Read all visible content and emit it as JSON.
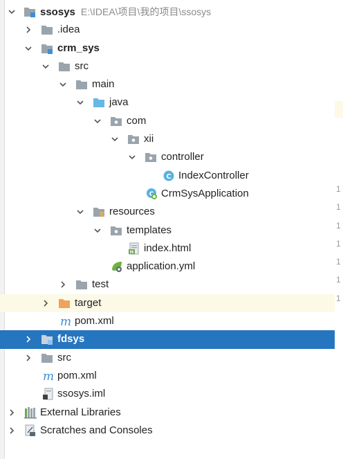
{
  "colors": {
    "selection": "#2675bf",
    "current_highlight": "#fdf9e7",
    "folder": "#9aa4ad",
    "source_folder": "#69b7e6",
    "excluded_folder": "#f0a25a"
  },
  "tree": {
    "ssosys": {
      "label": "ssosys",
      "path": "E:\\IDEA\\项目\\我的项目\\ssosys"
    },
    "idea": {
      "label": ".idea"
    },
    "crm_sys": {
      "label": "crm_sys"
    },
    "src": {
      "label": "src"
    },
    "main": {
      "label": "main"
    },
    "java": {
      "label": "java"
    },
    "com": {
      "label": "com"
    },
    "xii": {
      "label": "xii"
    },
    "controller": {
      "label": "controller"
    },
    "index_controller": {
      "label": "IndexController"
    },
    "crm_sys_application": {
      "label": "CrmSysApplication"
    },
    "resources": {
      "label": "resources"
    },
    "templates": {
      "label": "templates"
    },
    "index_html": {
      "label": "index.html"
    },
    "application_yml": {
      "label": "application.yml"
    },
    "test": {
      "label": "test"
    },
    "target": {
      "label": "target"
    },
    "crm_pom": {
      "label": "pom.xml"
    },
    "fdsys": {
      "label": "fdsys"
    },
    "root_src": {
      "label": "src"
    },
    "root_pom": {
      "label": "pom.xml"
    },
    "ssosys_iml": {
      "label": "ssosys.iml"
    },
    "external_libraries": {
      "label": "External Libraries"
    },
    "scratches": {
      "label": "Scratches and Consoles"
    }
  },
  "gutter": {
    "line_numbers": [
      "1",
      "1",
      "1",
      "1",
      "1",
      "1",
      "1"
    ]
  }
}
